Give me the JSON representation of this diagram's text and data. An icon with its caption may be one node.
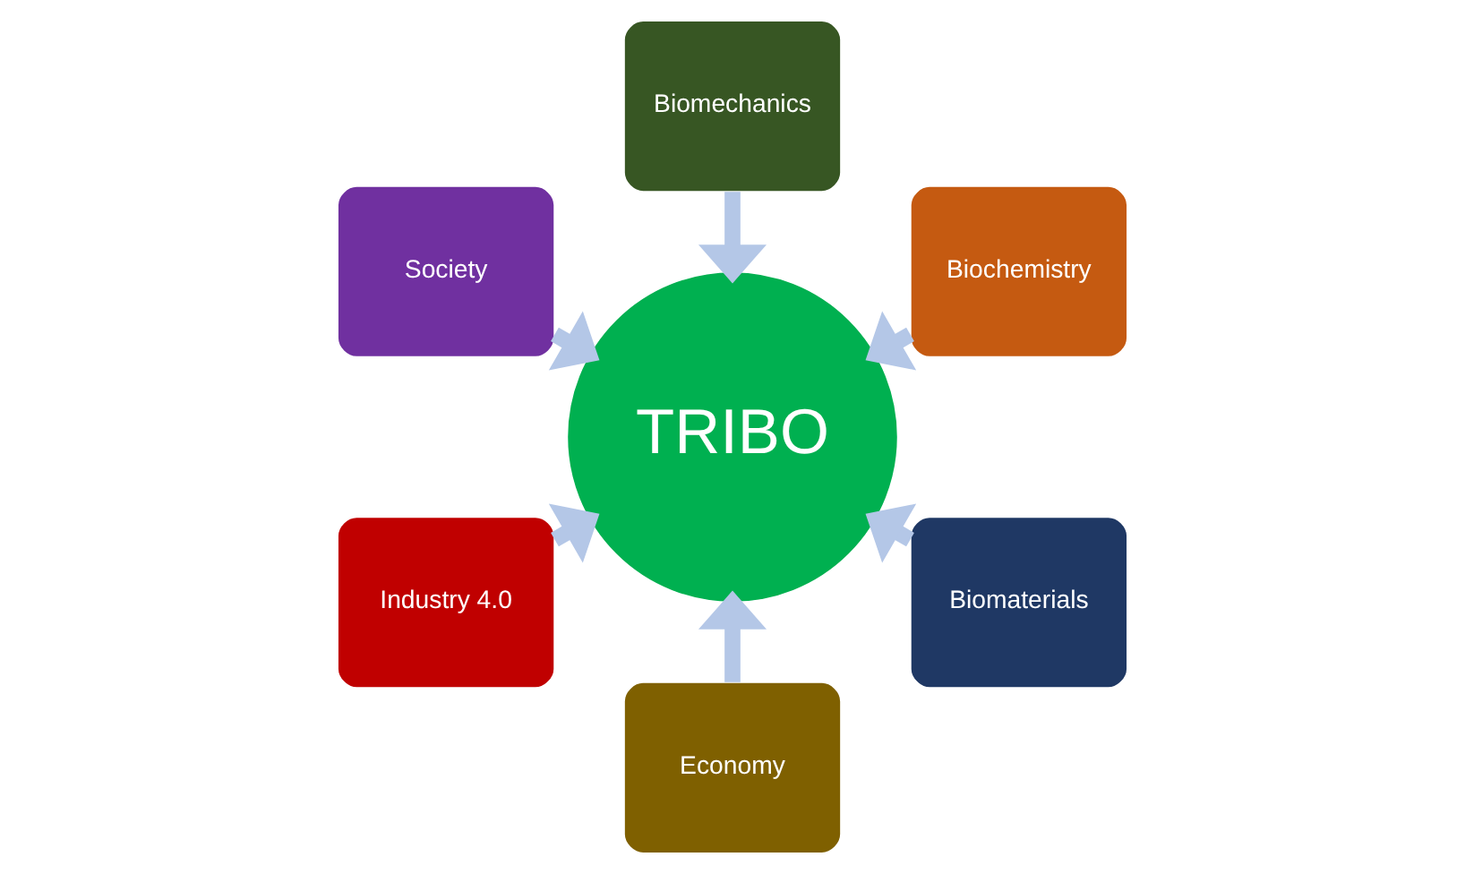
{
  "diagram": {
    "nodes": [
      {
        "text": [
          "Biochemistry"
        ]
      },
      {
        "text": [
          "Biomechanics"
        ]
      },
      {
        "text": [
          "Society"
        ]
      },
      {
        "text": [
          "Industry 4.0"
        ]
      },
      {
        "text": [
          "Economy"
        ]
      },
      {
        "text": [
          "TRIBO"
        ]
      },
      {
        "text": [
          "Biomaterials"
        ]
      }
    ],
    "edges": [
      {
        "from": 4,
        "to": 5,
        "arrow": "to"
      },
      {
        "from": 2,
        "to": 5,
        "arrow": "to"
      },
      {
        "from": 0,
        "to": 5,
        "arrow": "to"
      },
      {
        "from": 1,
        "to": 5,
        "arrow": "to"
      },
      {
        "from": 3,
        "to": 5,
        "arrow": "to"
      },
      {
        "from": 6,
        "to": 5,
        "arrow": "to"
      }
    ]
  }
}
